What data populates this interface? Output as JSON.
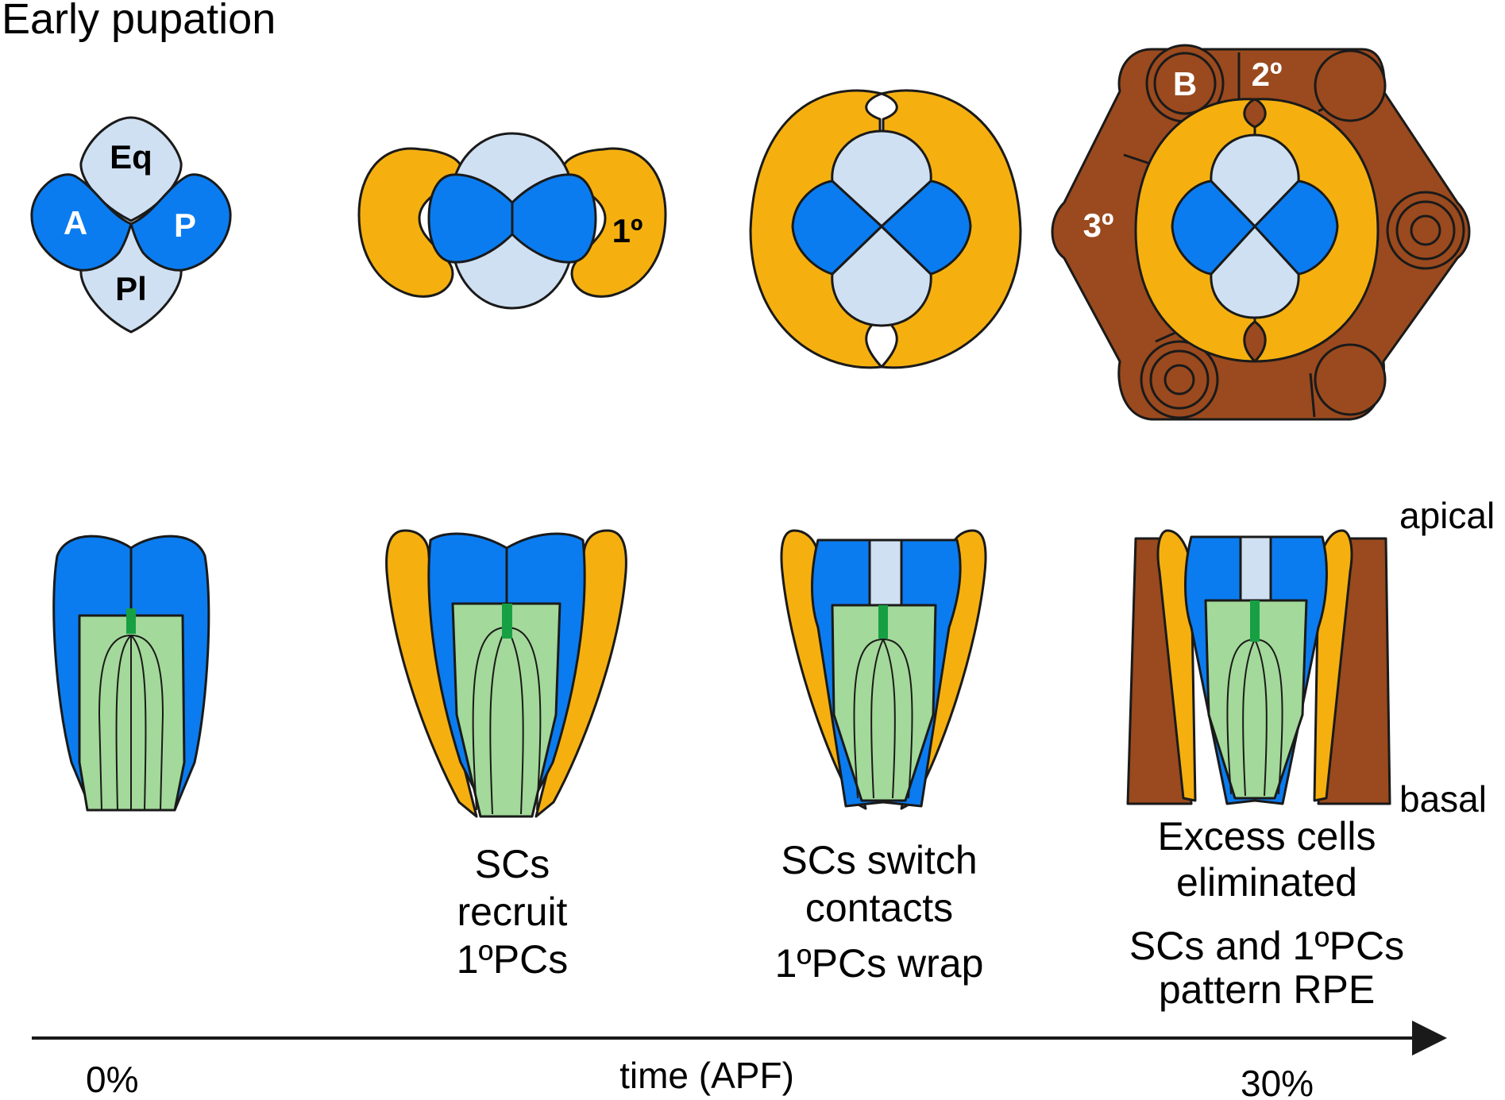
{
  "title": "Early pupation",
  "colors": {
    "cone_cell": "#0a7cf0",
    "polar_equatorial": "#cfe0f2",
    "primary_pigment": "#f5b010",
    "lattice": "#9a4a1e",
    "photoreceptor": "#a3d99a",
    "rhabdomere": "#17a043",
    "outline": "#1a1a1a"
  },
  "cell_labels": {
    "equatorial": "Eq",
    "anterior": "A",
    "posterior": "P",
    "polar": "Pl",
    "primary": "1º",
    "secondary": "2º",
    "tertiary": "3º",
    "bristle": "B"
  },
  "side_labels": {
    "apical": "apical",
    "basal": "basal"
  },
  "captions": [
    {
      "lines": []
    },
    {
      "lines": [
        "SCs",
        "recruit",
        "1ºPCs"
      ]
    },
    {
      "lines": [
        "SCs switch",
        "contacts",
        "1ºPCs wrap"
      ]
    },
    {
      "lines": [
        "Excess cells",
        "eliminated",
        "SCs and 1ºPCs",
        "pattern RPE"
      ]
    }
  ],
  "axis": {
    "label": "time (APF)",
    "start": "0%",
    "end": "30%"
  }
}
